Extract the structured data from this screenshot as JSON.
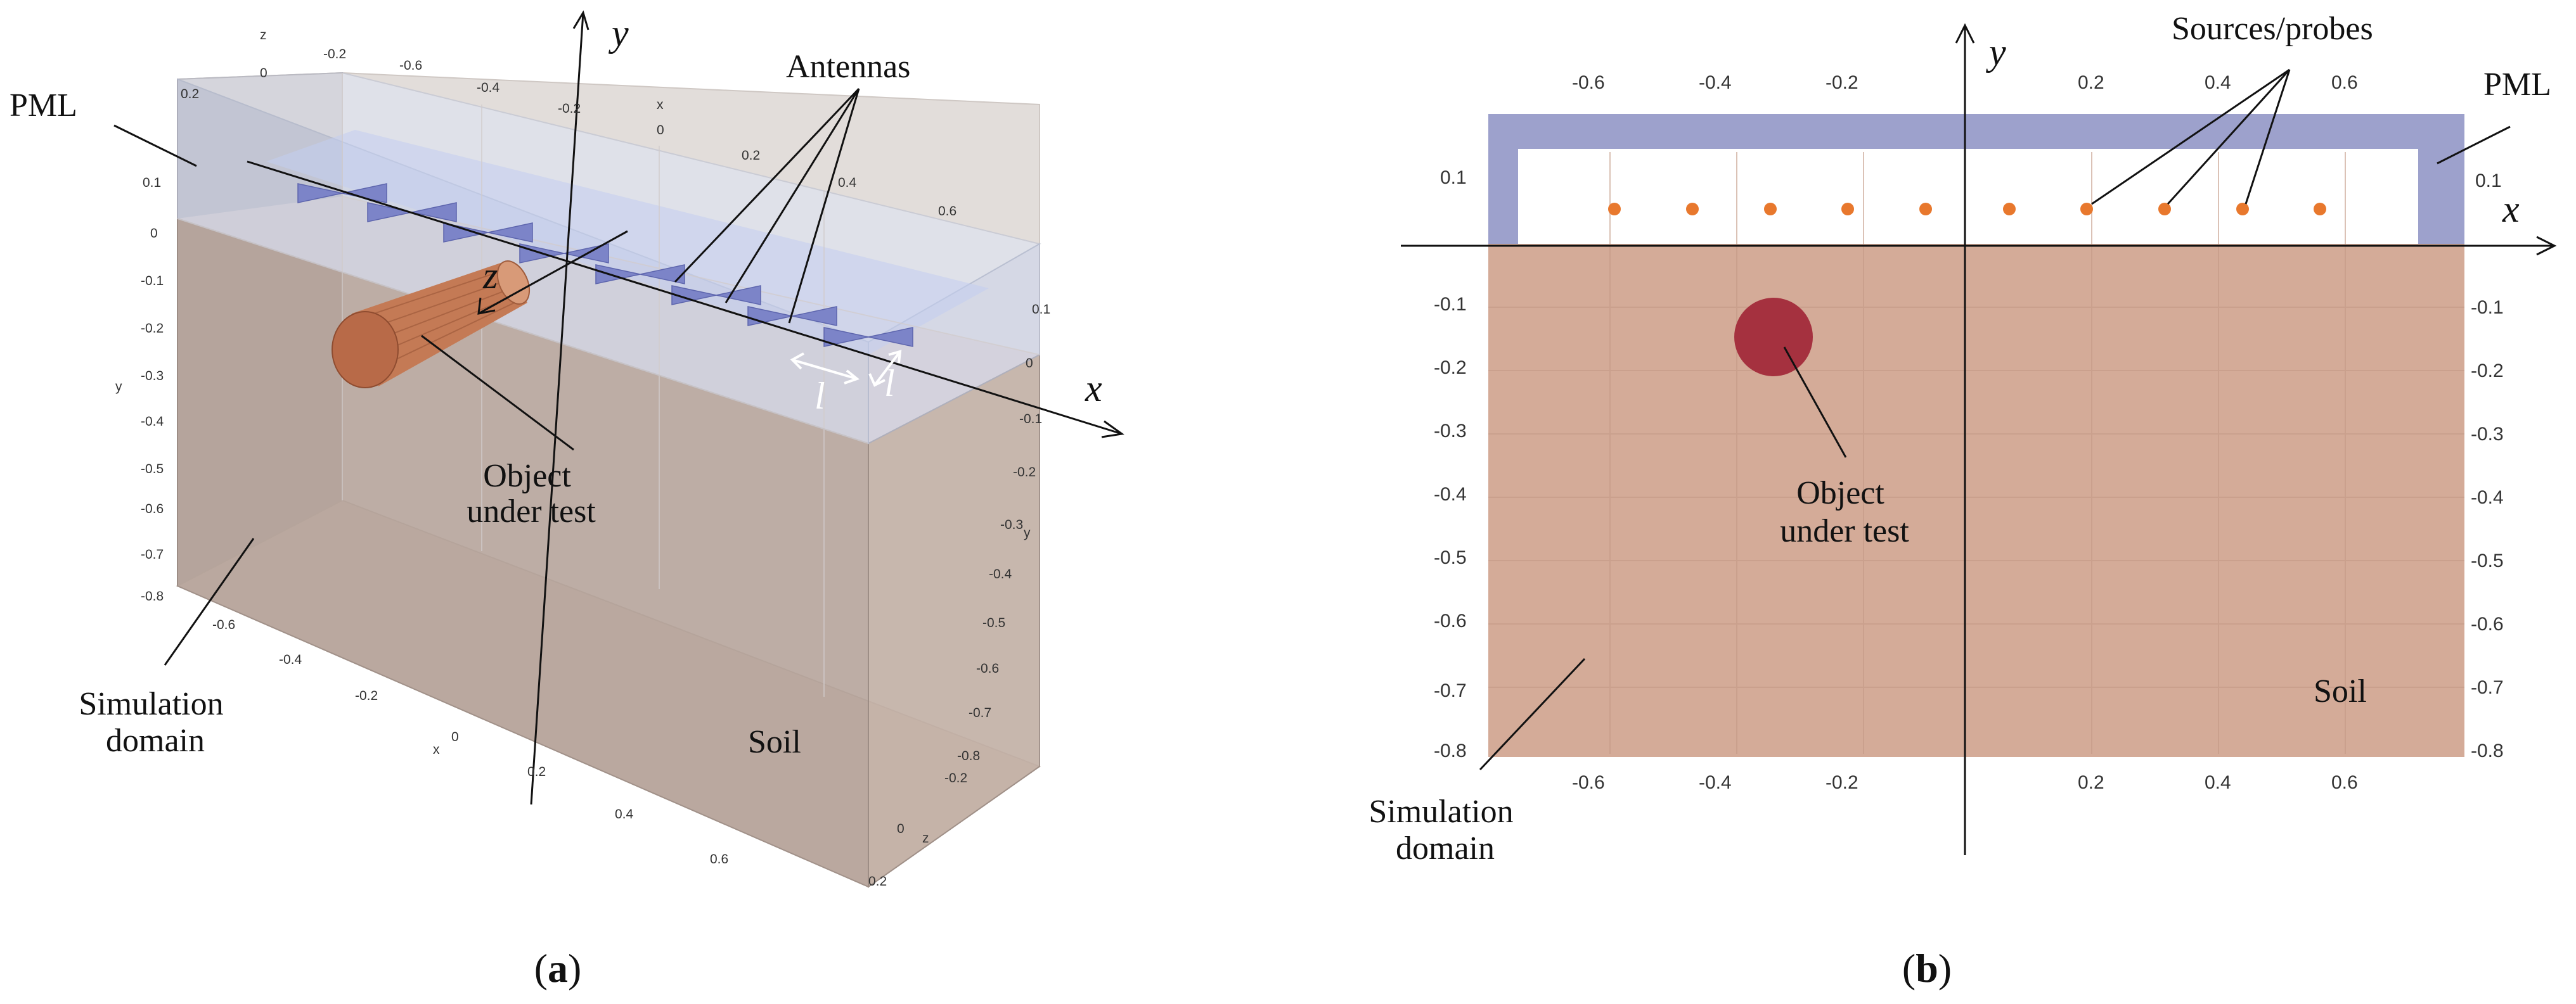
{
  "panel_a": {
    "labels": {
      "pml": "PML",
      "antennas": "Antennas",
      "object": [
        "Object",
        "under test"
      ],
      "simulation_domain": [
        "Simulation",
        "domain"
      ],
      "soil": "Soil",
      "l_1": "l",
      "l_2": "l"
    },
    "axes": {
      "x": "x",
      "y": "y",
      "z": "z"
    },
    "ticks": {
      "left_y": [
        "0.2",
        "0.1",
        "0",
        "-0.1",
        "-0.2",
        "-0.3",
        "-0.4",
        "-0.5",
        "-0.6",
        "-0.7",
        "-0.8"
      ],
      "top_z": [
        "z",
        "0",
        "-0.2"
      ],
      "top_x": [
        "-0.6",
        "-0.4",
        "-0.2",
        "x",
        "0",
        "0.2",
        "0.4",
        "0.6"
      ],
      "right_y": [
        "0.1",
        "0",
        "-0.1",
        "-0.2",
        "-0.3",
        "y",
        "-0.4",
        "-0.5",
        "-0.6",
        "-0.7",
        "-0.8"
      ],
      "bottom_x": [
        "-0.6",
        "-0.4",
        "-0.2",
        "x",
        "0",
        "0.2",
        "0.4",
        "0.6"
      ],
      "right_z": [
        "-0.2",
        "0",
        "z",
        "0.2"
      ],
      "axis_letter_y": "y"
    },
    "caption": {
      "letter": "a"
    }
  },
  "panel_b": {
    "labels": {
      "sources": "Sources/probes",
      "pml": "PML",
      "object": [
        "Object",
        "under test"
      ],
      "simulation_domain": [
        "Simulation",
        "domain"
      ],
      "soil": "Soil"
    },
    "axes": {
      "x": "x",
      "y": "y"
    },
    "ticks": {
      "top_x": [
        "-0.6",
        "-0.4",
        "-0.2",
        "0.2",
        "0.4",
        "0.6"
      ],
      "bottom_x": [
        "-0.6",
        "-0.4",
        "-0.2",
        "0.2",
        "0.4",
        "0.6"
      ],
      "left_y": [
        "0.1",
        "-0.1",
        "-0.2",
        "-0.3",
        "-0.4",
        "-0.5",
        "-0.6",
        "-0.7",
        "-0.8"
      ],
      "right_y": [
        "0.1",
        "-0.1",
        "-0.2",
        "-0.3",
        "-0.4",
        "-0.5",
        "-0.6",
        "-0.7",
        "-0.8"
      ]
    },
    "caption": {
      "letter": "b"
    }
  },
  "colors": {
    "soil": "#d4ab98",
    "pml": "#9da1cc",
    "object_b": "#a5313f",
    "object_a": "#c47a55",
    "probe": "#e8782d",
    "antenna": "#7c84c8"
  }
}
